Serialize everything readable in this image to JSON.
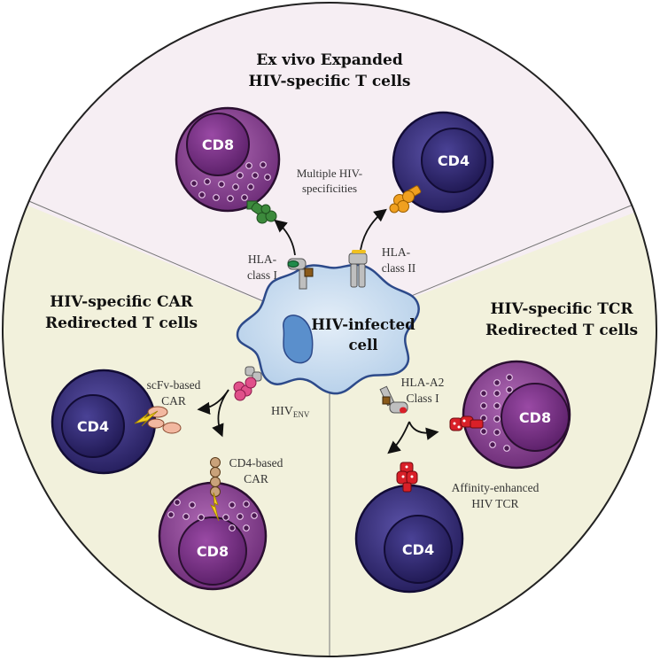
{
  "sections": {
    "top_title_line1": "Ex vivo Expanded",
    "top_title_line2": "HIV-specific T cells",
    "left_title_line1": "HIV-specific CAR",
    "left_title_line2": "Redirected T cells",
    "right_title_line1": "HIV-specific TCR",
    "right_title_line2": "Redirected T cells"
  },
  "center_cell": {
    "label_line1": "HIV-infected",
    "label_line2": "cell"
  },
  "cells": {
    "top_left": "CD8",
    "top_right": "CD4",
    "left_upper": "CD4",
    "left_lower": "CD8",
    "right_upper": "CD8",
    "right_lower": "CD4"
  },
  "labels": {
    "multiple_line1": "Multiple HIV-",
    "multiple_line2": "specificities",
    "hla1_line1": "HLA-",
    "hla1_line2": "class I",
    "hla2_line1": "HLA-",
    "hla2_line2": "class II",
    "hla_a2_line1": "HLA-A2",
    "hla_a2_line2": "Class I",
    "scfv_line1": "scFv-based",
    "scfv_line2": "CAR",
    "cd4car_line1": "CD4-based",
    "cd4car_line2": "CAR",
    "hiv_env_main": "HIV",
    "hiv_env_sub": "ENV",
    "affinity_line1": "Affinity-enhanced",
    "affinity_line2": "HIV TCR"
  },
  "colors": {
    "top_sector": "#f6eef3",
    "side_sectors": "#f2f1dc",
    "cd8_outer": "#8e3f95",
    "cd8_nucleus": "#6c2a7a",
    "cd4_outer": "#3a2f7e",
    "cd4_nucleus": "#2a2266",
    "infected_cell": "#cfe1f2",
    "infected_nucleus": "#5a8fcc",
    "hla_receptor": "#bfbfbf",
    "tcr_green": "#3c8a3c",
    "tcr_orange": "#f0a020",
    "tcr_red": "#d92028",
    "env_pink": "#e0508a",
    "car_peach": "#f2b8a0",
    "car_bead": "#c9a27a",
    "lightning": "#f4d020"
  }
}
